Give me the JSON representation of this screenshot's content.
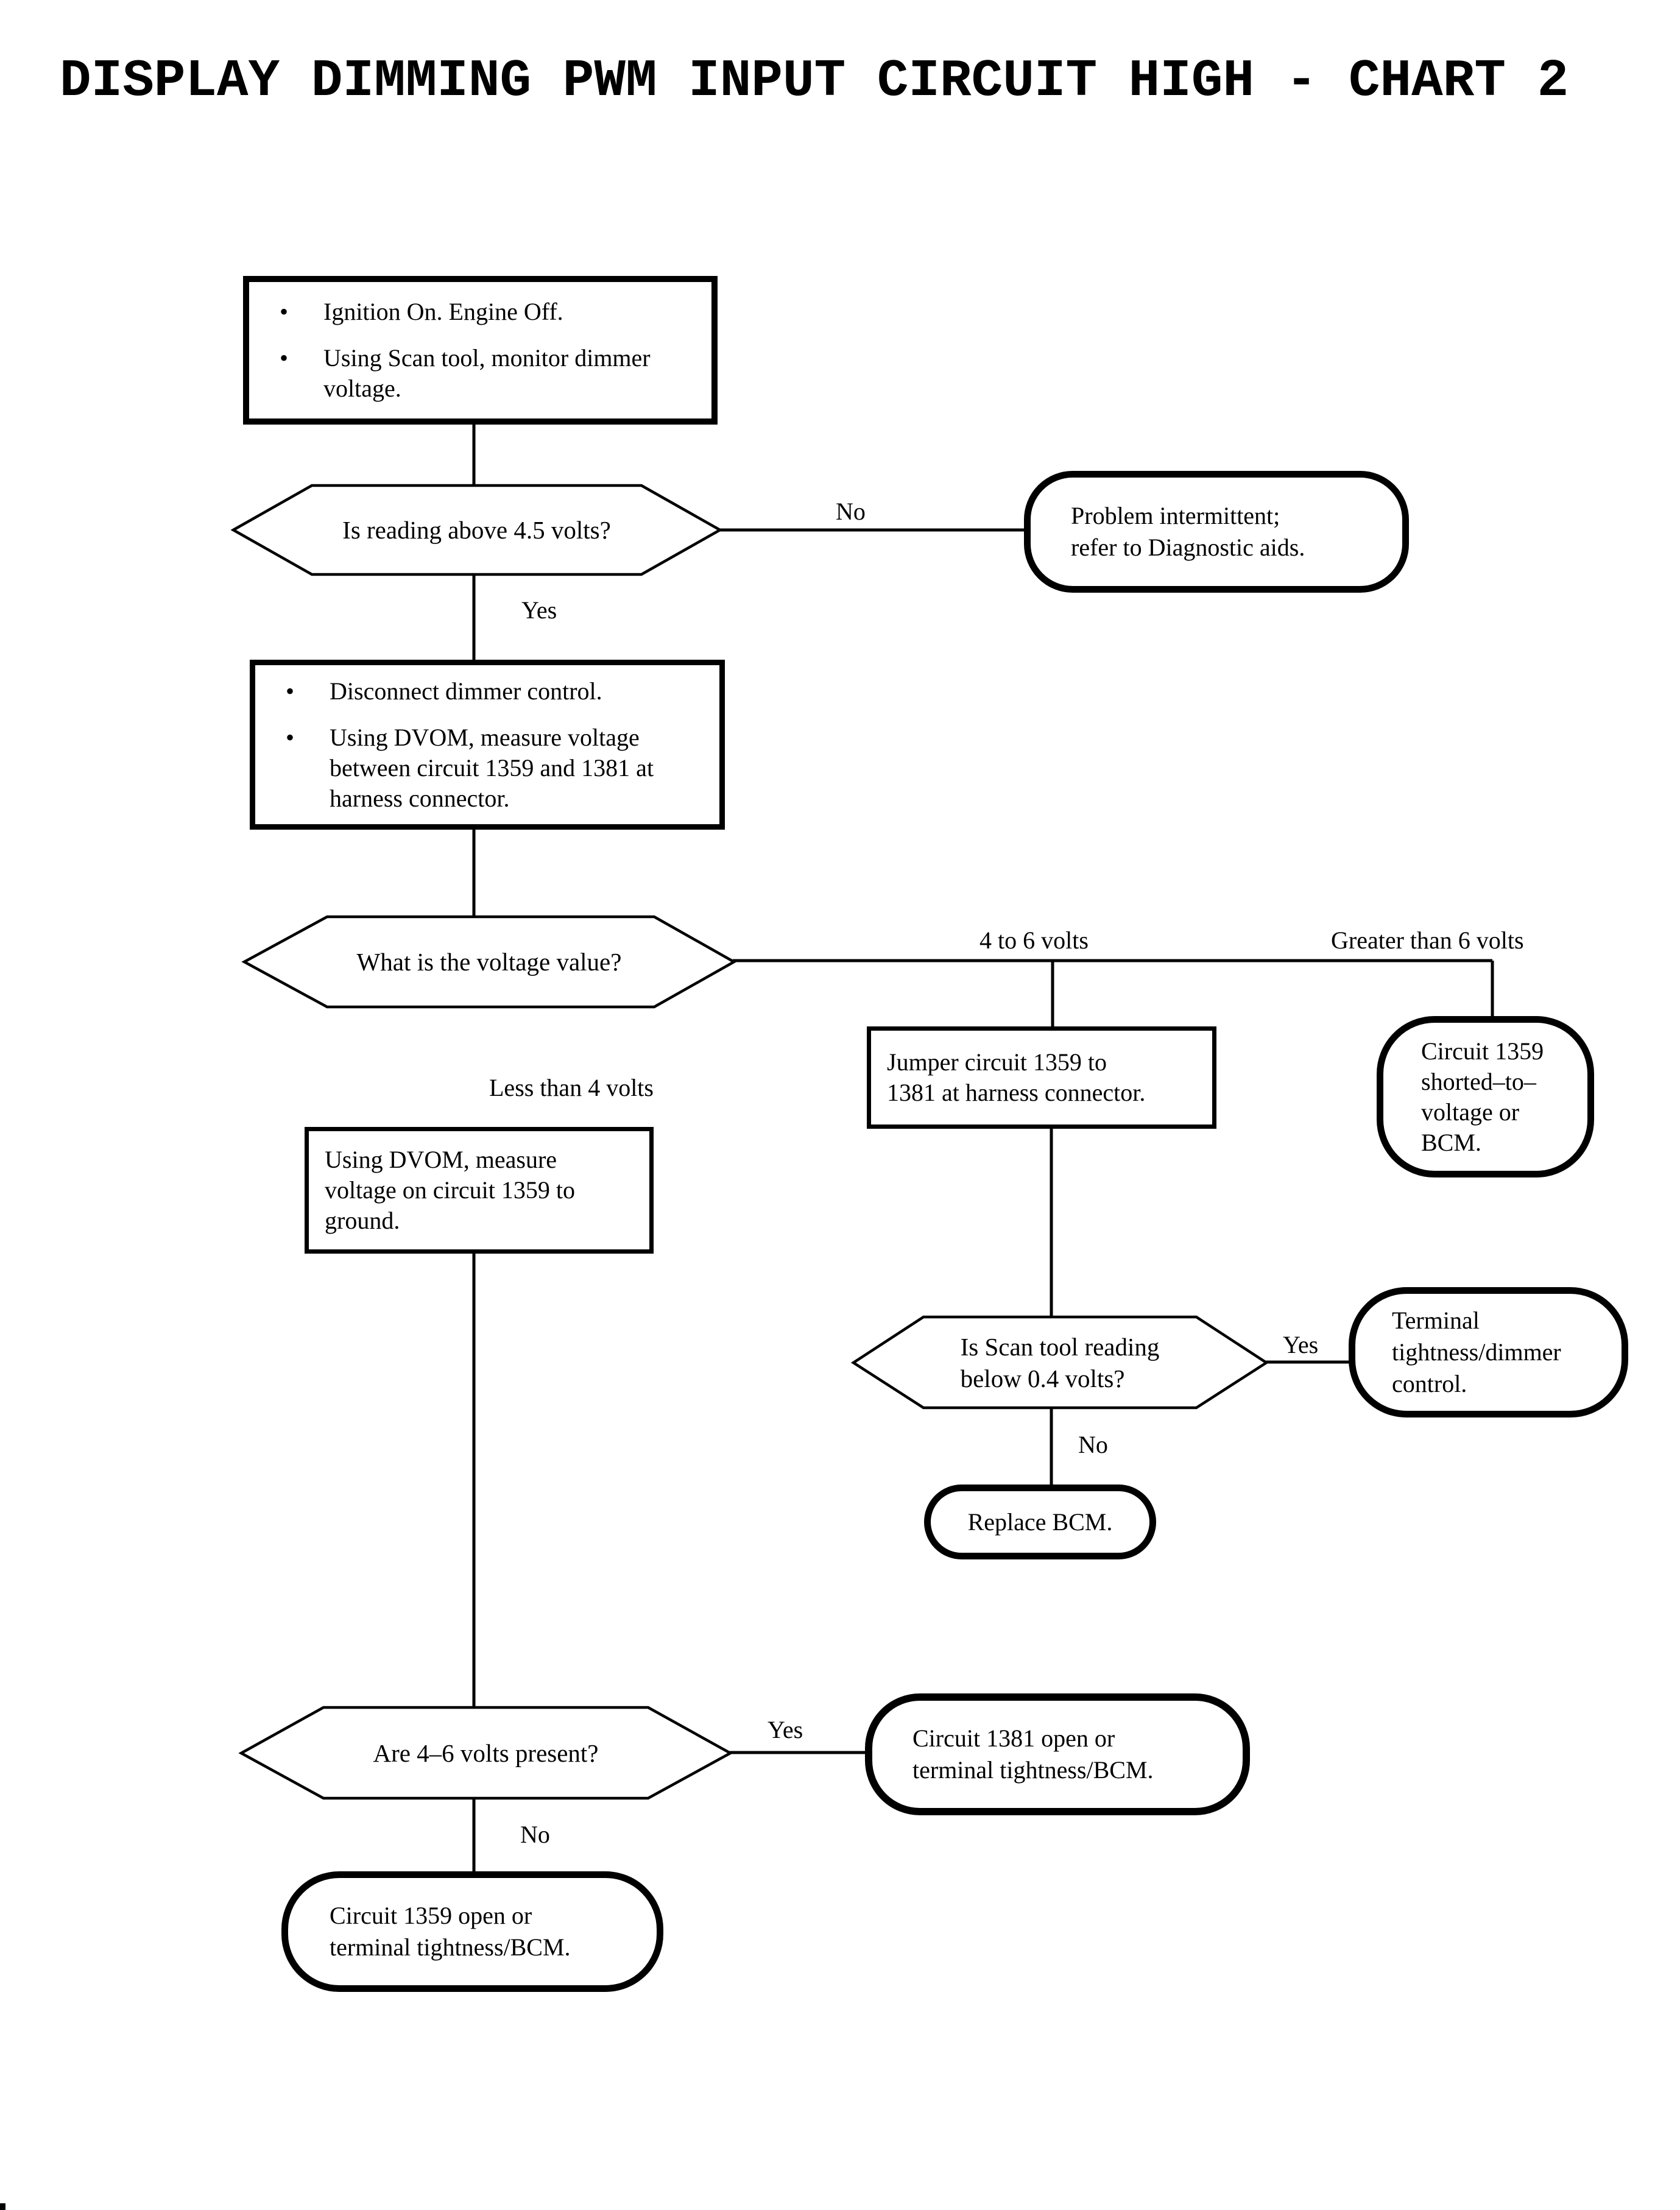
{
  "colors": {
    "ink": "#000000",
    "paper": "#ffffff"
  },
  "title": "DISPLAY DIMMING PWM INPUT CIRCUIT HIGH - CHART 2",
  "bullet_char": "•",
  "nodes": {
    "start": {
      "items": [
        [
          "Ignition On. Engine Off."
        ],
        [
          "Using Scan tool, monitor dimmer",
          "voltage."
        ]
      ]
    },
    "decision_reading": {
      "text": "Is reading above 4.5 volts?"
    },
    "terminal_problem": {
      "lines": [
        "Problem intermittent;",
        "refer to Diagnostic aids."
      ]
    },
    "step_disconnect": {
      "items": [
        [
          "Disconnect dimmer control."
        ],
        [
          "Using DVOM, measure voltage",
          "between circuit 1359 and 1381 at",
          "harness connector."
        ]
      ]
    },
    "decision_voltage": {
      "text": "What is the voltage value?"
    },
    "step_jumper": {
      "lines": [
        "Jumper circuit 1359 to",
        "1381 at harness connector."
      ]
    },
    "terminal_shorted": {
      "lines": [
        "Circuit 1359",
        "shorted–to–",
        "voltage or",
        "BCM."
      ]
    },
    "step_measure_ground": {
      "lines": [
        "Using DVOM, measure",
        "voltage on circuit 1359 to",
        "ground."
      ]
    },
    "decision_scan": {
      "lines": [
        "Is Scan tool reading",
        "below 0.4 volts?"
      ]
    },
    "terminal_tightness": {
      "lines": [
        "Terminal",
        "tightness/dimmer",
        "control."
      ]
    },
    "terminal_replace": {
      "text": "Replace BCM."
    },
    "decision_present": {
      "text": "Are 4–6 volts present?"
    },
    "terminal_1381": {
      "lines": [
        "Circuit 1381 open or",
        "terminal tightness/BCM."
      ]
    },
    "terminal_1359": {
      "lines": [
        "Circuit 1359 open or",
        "terminal tightness/BCM."
      ]
    }
  },
  "labels": {
    "no_reading": "No",
    "yes_reading": "Yes",
    "four_to_six": "4 to 6 volts",
    "greater_six": "Greater than 6 volts",
    "less_four": "Less than 4 volts",
    "yes_scan": "Yes",
    "no_scan": "No",
    "yes_present": "Yes",
    "no_present": "No"
  }
}
